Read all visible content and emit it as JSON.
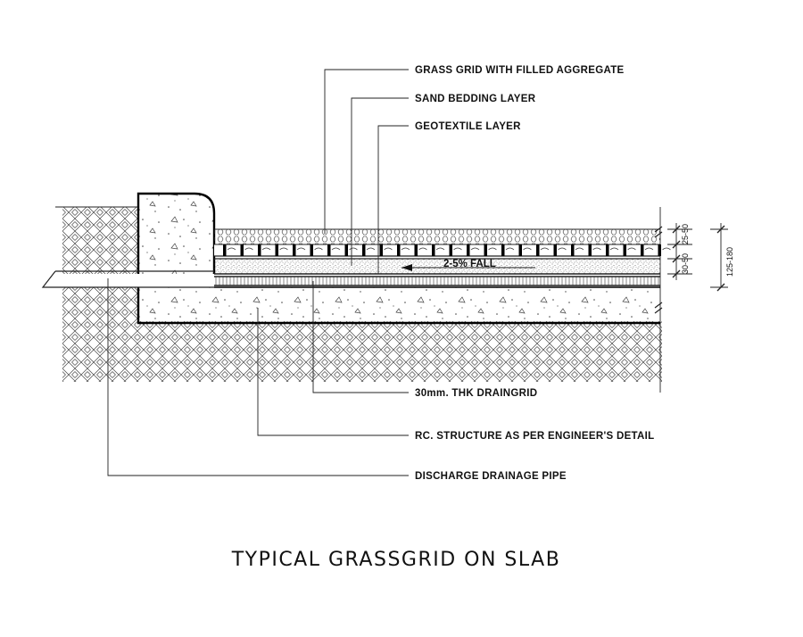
{
  "labels": {
    "grass_grid": "GRASS GRID WITH FILLED AGGREGATE",
    "sand_bedding": "SAND BEDDING LAYER",
    "geotextile": "GEOTEXTILE LAYER",
    "draingrid": "30mm. THK DRAINGRID",
    "rc_structure": "RC. STRUCTURE AS PER ENGINEER'S DETAIL",
    "drainage_pipe": "DISCHARGE DRAINAGE PIPE"
  },
  "fall_note": "2-5% FALL",
  "dimensions": {
    "grass_layer": "25-50",
    "sand_layer": "30-50",
    "total": "125-180"
  },
  "title": "TYPICAL GRASSGRID ON SLAB"
}
